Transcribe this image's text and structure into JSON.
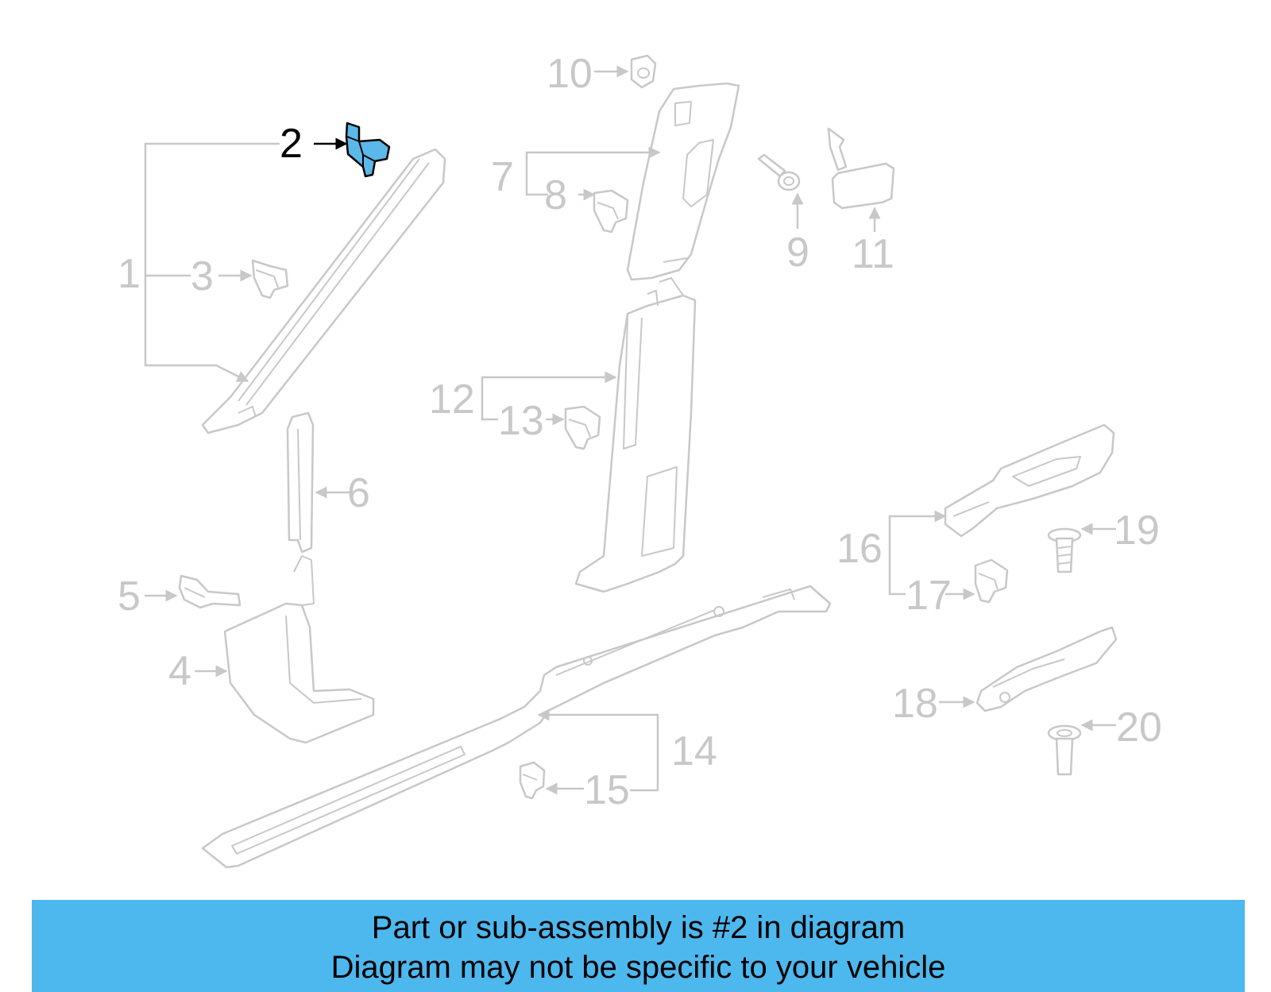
{
  "diagram": {
    "highlighted_part": "2",
    "highlight_color": "#5bb8e8",
    "inactive_color": "#c8c8c8",
    "callouts": {
      "c1": "1",
      "c2": "2",
      "c3": "3",
      "c4": "4",
      "c5": "5",
      "c6": "6",
      "c7": "7",
      "c8": "8",
      "c9": "9",
      "c10": "10",
      "c11": "11",
      "c12": "12",
      "c13": "13",
      "c14": "14",
      "c15": "15",
      "c16": "16",
      "c17": "17",
      "c18": "18",
      "c19": "19",
      "c20": "20"
    }
  },
  "banner": {
    "line1": "Part or sub-assembly is #2 in diagram",
    "line2": "Diagram may not be specific to your vehicle",
    "color": "#4db8ee"
  }
}
